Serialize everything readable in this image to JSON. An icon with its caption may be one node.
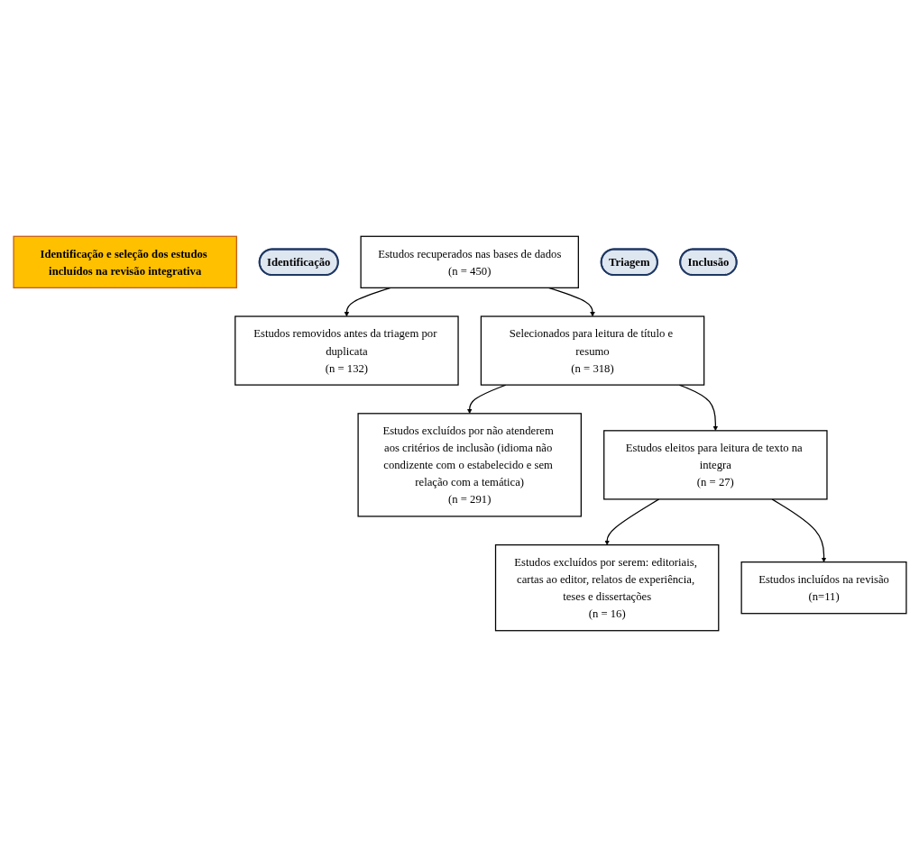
{
  "diagram": {
    "nodes": [
      {
        "text": [
          "Identificação e seleção dos estudos incluídos na revisão integrativa"
        ]
      },
      {
        "text": [
          "Identificação"
        ]
      },
      {
        "text": [
          "Estudos recuperados nas bases de dados",
          "(n = 450)"
        ]
      },
      {
        "text": [
          "Estudos removidos antes da triagem por duplicata",
          "(n = 132)"
        ]
      },
      {
        "text": [
          "Triagem"
        ]
      },
      {
        "text": [
          "Selecionados para leitura de título e resumo",
          "(n = 318)"
        ]
      },
      {
        "text": [
          "Estudos excluídos por não atenderem aos critérios de inclusão (idioma não condizente com o estabelecido e sem relação com a temática)",
          "(n = 291)"
        ]
      },
      {
        "text": [
          "Estudos eleitos para leitura de texto na integra",
          "(n = 27)"
        ]
      },
      {
        "text": [
          "Estudos excluídos por serem: editoriais, cartas ao editor, relatos de experiência, teses e dissertações",
          "(n = 16)"
        ]
      },
      {
        "text": [
          "Inclusão"
        ]
      },
      {
        "text": [
          "Estudos incluídos na revisão",
          "(n=11)"
        ]
      }
    ],
    "edges": [
      {
        "from": 2,
        "to": 3,
        "arrow": "to"
      },
      {
        "from": 2,
        "to": 5,
        "arrow": "to"
      },
      {
        "from": 5,
        "to": 6,
        "arrow": "to"
      },
      {
        "from": 5,
        "to": 7,
        "arrow": "to"
      },
      {
        "from": 7,
        "to": 8,
        "arrow": "to"
      },
      {
        "from": 7,
        "to": 10,
        "arrow": "to"
      }
    ]
  }
}
